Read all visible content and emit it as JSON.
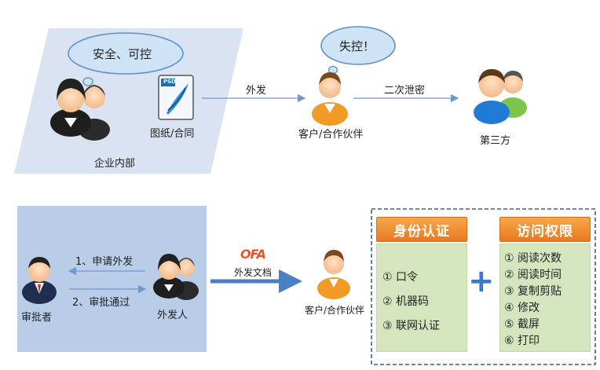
{
  "top": {
    "bubble_company": "安全、可控",
    "bubble_client": "失控！",
    "doc_label": "图纸/合同",
    "psd_tag": "PSD",
    "arrow_send": "外发",
    "client_label": "客户/合作伙伴",
    "arrow_leak": "二次泄密",
    "third_party": "第三方",
    "company_internal": "企业内部"
  },
  "bottom": {
    "step1": "1、申请外发",
    "step2": "2、审批通过",
    "approver": "审批者",
    "sender": "外发人",
    "ofa_logo": "OFA",
    "doc_label": "外发文档",
    "client_label": "客户/合作伙伴",
    "identity": {
      "title": "身份认证",
      "items": [
        "① 口令",
        "② 机器码",
        "③ 联网认证"
      ]
    },
    "plus": "+",
    "access": {
      "title": "访问权限",
      "items": [
        "① 阅读次数",
        "② 阅读时间",
        "③ 复制剪贴",
        "④ 修改",
        "⑤ 截屏",
        "⑥ 打印"
      ]
    }
  },
  "colors": {
    "region_fill": "#d9e3f2",
    "arrow": "#4a7fc1",
    "header_orange": "#ee8a2c",
    "panel_green": "#d5e6bf",
    "plus_blue": "#3f78c6"
  }
}
